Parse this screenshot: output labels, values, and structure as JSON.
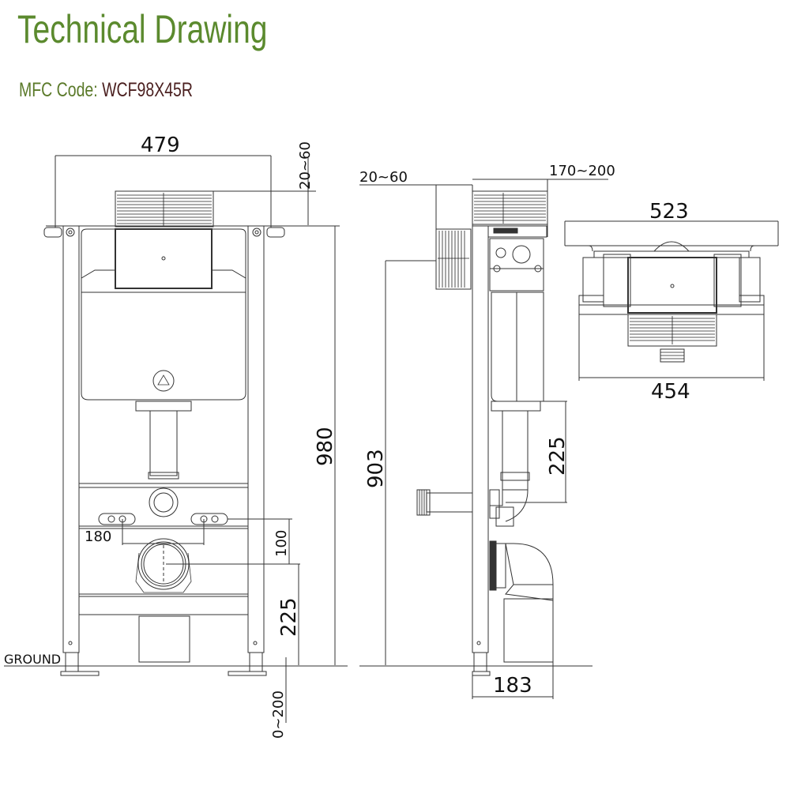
{
  "header": {
    "title": "Technical Drawing",
    "code_label": "MFC Code:",
    "code_value": "WCF98X45R"
  },
  "colors": {
    "title": "#5b8a2e",
    "code_label": "#5b7a2a",
    "code_value": "#4a1f1f",
    "lines": "#333333"
  },
  "front_view": {
    "width": "479",
    "plate_adjust": "20~60",
    "height_total": "980",
    "inlet_spacing": "180",
    "inlet_to_outlet": "100",
    "outlet_height": "225",
    "leg_adjust": "0~200",
    "ground_label": "GROUND"
  },
  "side_view": {
    "plate_offset": "20~60",
    "depth_adjust": "170~200",
    "height": "903",
    "flush_pipe": "225",
    "base_depth": "183"
  },
  "top_view": {
    "width_top": "523",
    "width_bottom": "454"
  }
}
